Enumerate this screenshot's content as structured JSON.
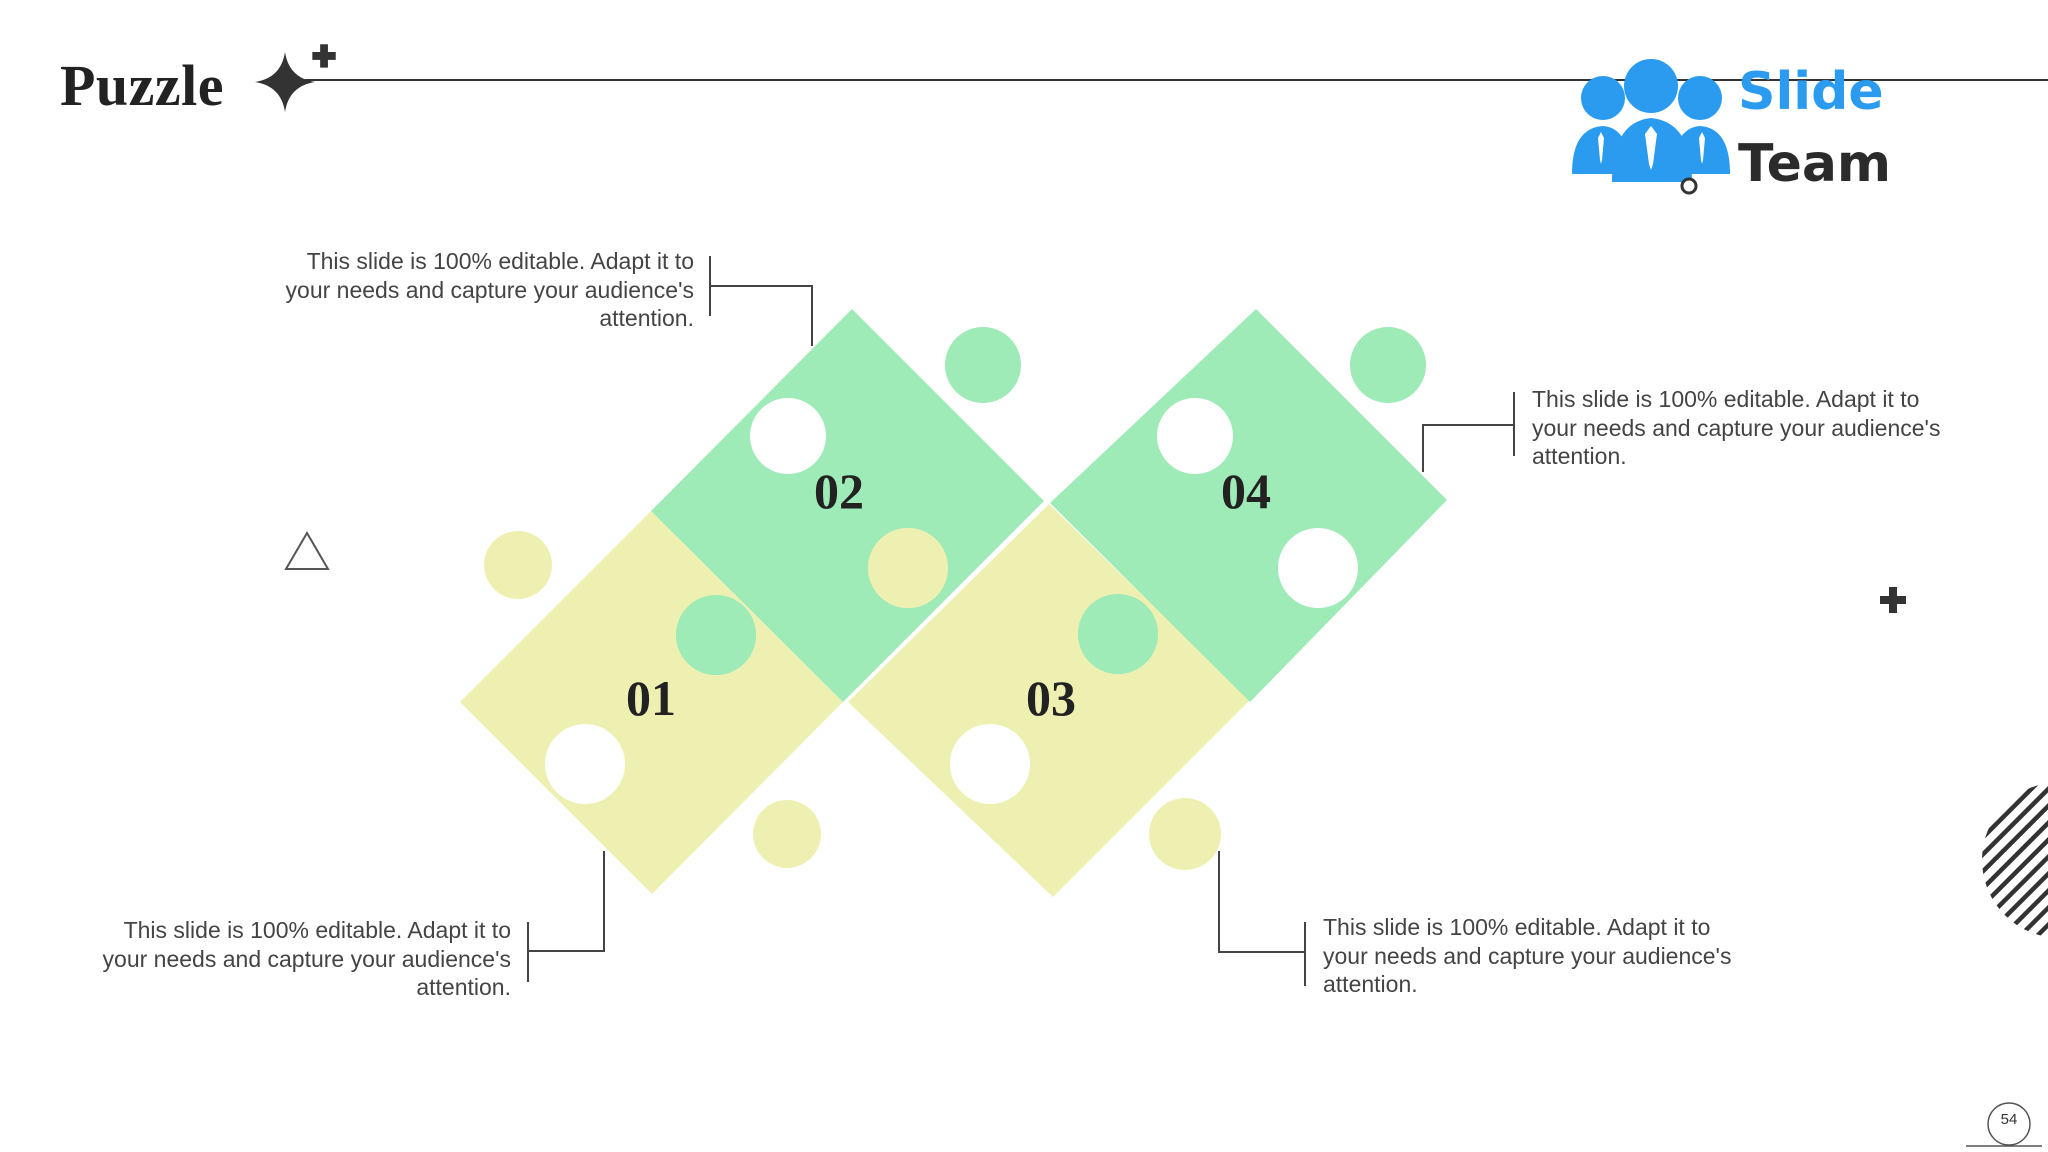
{
  "slide": {
    "title": "Puzzle",
    "page_number": "54"
  },
  "logo": {
    "word1": "Slide",
    "word2": "Team",
    "accent_color": "#2a9bef",
    "dark_color": "#2b2b2b"
  },
  "puzzle": {
    "pieces": [
      {
        "label": "01",
        "color": "#eef0b2"
      },
      {
        "label": "02",
        "color": "#9eebb8"
      },
      {
        "label": "03",
        "color": "#eef0b2"
      },
      {
        "label": "04",
        "color": "#9eebb8"
      }
    ]
  },
  "callouts": [
    {
      "text": "This slide is 100% editable.  Adapt it to your needs and capture your audience's attention."
    },
    {
      "text": "This slide is 100% editable.  Adapt it to your needs and capture your audience's attention."
    },
    {
      "text": "This slide is 100% editable.  Adapt it to your needs and capture your audience's attention."
    },
    {
      "text": "This slide is 100% editable.  Adapt it to your needs and capture your audience's attention."
    }
  ],
  "decorations": [
    "sparkle-icon",
    "plus-icon",
    "triangle-icon",
    "hatched-circle"
  ]
}
